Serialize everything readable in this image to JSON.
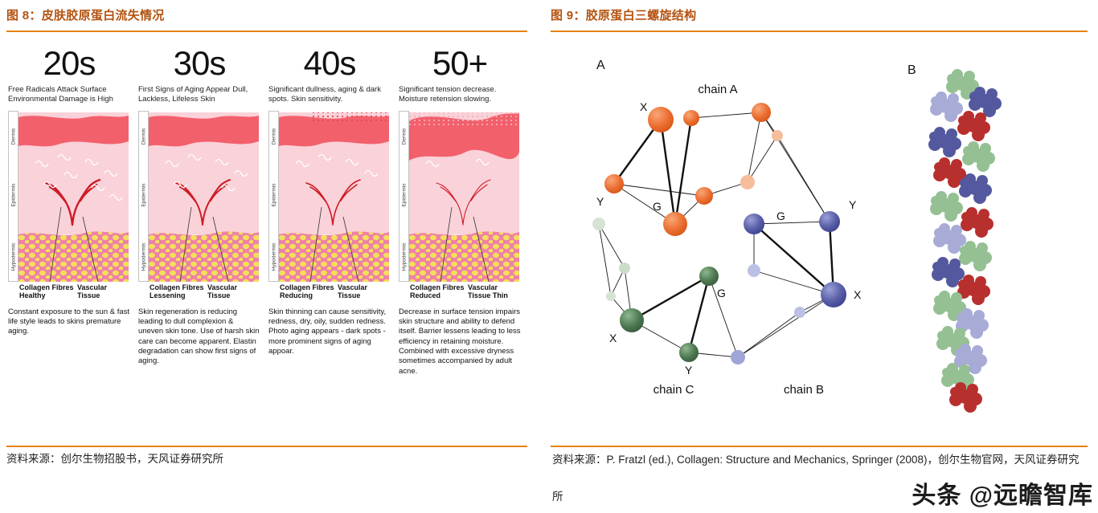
{
  "accent": {
    "rule_color": "#E5820F",
    "title_color": "#B4520E"
  },
  "watermark": {
    "text": "头条 @远瞻智库"
  },
  "figure8": {
    "title": "图 8：皮肤胶原蛋白流失情况",
    "source": "资料来源：创尔生物招股书，天风证券研究所",
    "layer_labels": [
      "Dermis",
      "Epidermis",
      "Hypodermis"
    ],
    "stages": [
      {
        "age": "20s",
        "headline": "Free Radicals Attack Surface Environmental Damage is High",
        "label_left": "Collagen Fibres Healthy",
        "label_right": "Vascular Tissue",
        "description": "Constant exposure to the sun & fast life style leads to skins premature aging."
      },
      {
        "age": "30s",
        "headline": "First Signs of Aging Appear Dull, Lackless, Lifeless Skin",
        "label_left": "Collagen Fibres Lessening",
        "label_right": "Vascular Tissue",
        "description": "Skin regeneration is reducing leading to dull complexion & uneven skin tone. Use of harsh skin care can become apparent. Elastin degradation can show first signs of aging."
      },
      {
        "age": "40s",
        "headline": "Significant dullness, aging & dark spots. Skin sensitivity.",
        "label_left": "Collagen Fibres Reducing",
        "label_right": "Vascular Tissue",
        "description": "Skin thinning can cause sensitivity, redness, dry, oily, sudden redness. Photo aging appears - dark spots -  more prominent signs of aging appoar."
      },
      {
        "age": "50+",
        "headline": "Significant tension decrease. Moisture retension slowing.",
        "label_left": "Collagen Fibres Reduced",
        "label_right": "Vascular Tissue Thin",
        "description": "Decrease in surface tension impairs skin structure and ability to defend itself. Barrier lessens leading to less efficiency in retaining moisture. Combined with excessive dryness sometimes accompanied by adult acne."
      }
    ]
  },
  "figure9": {
    "title": "图 9：胶原蛋白三螺旋结构",
    "source": "资料来源：P. Fratzl (ed.), Collagen: Structure and Mechanics, Springer (2008)，创尔生物官网，天风证券研究所",
    "panel_a": "A",
    "panel_b": "B",
    "chain_a": "chain A",
    "chain_b": "chain B",
    "chain_c": "chain C",
    "residues": {
      "aX": "X",
      "aY": "Y",
      "aG": "G",
      "bG": "G",
      "bY": "Y",
      "bX": "X",
      "cG": "G",
      "cX": "X",
      "cY": "Y"
    }
  }
}
